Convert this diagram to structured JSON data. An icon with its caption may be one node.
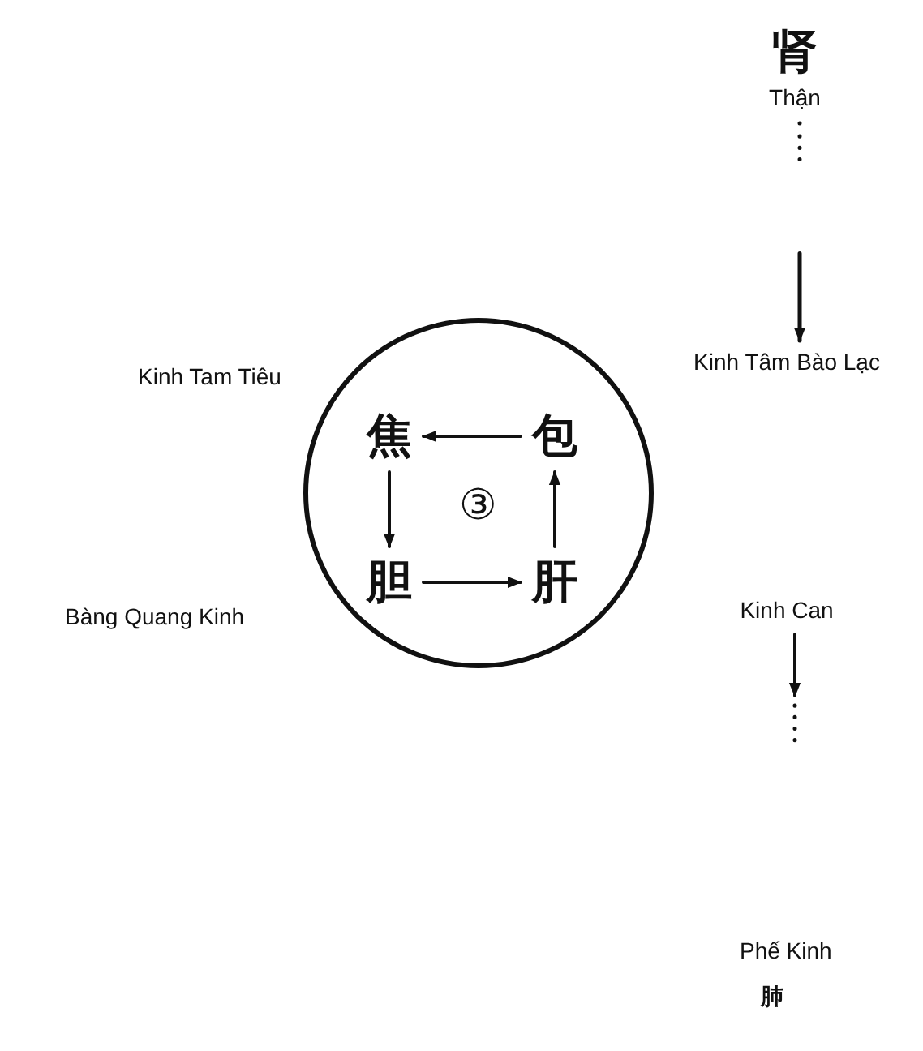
{
  "diagram": {
    "nodes": [
      {
        "text": [
          "③"
        ]
      },
      {
        "text": [
          "焦"
        ],
        "in": 0
      },
      {
        "text": [
          "包"
        ],
        "in": 0
      },
      {
        "text": [
          "胆"
        ],
        "in": 0
      },
      {
        "text": [
          "肝"
        ],
        "in": 0
      },
      {
        "text": [
          "肾",
          "Thận"
        ]
      },
      {
        "text": [
          "Kinh Tâm Bào Lạc"
        ]
      },
      {
        "text": [
          "Kinh Can"
        ]
      }
    ],
    "edges": [
      {
        "from": 2,
        "to": 1,
        "arrow": "to"
      },
      {
        "from": 1,
        "to": 3,
        "arrow": "to"
      },
      {
        "from": 3,
        "to": 4,
        "arrow": "to"
      },
      {
        "from": 4,
        "to": 2,
        "arrow": "to"
      },
      {
        "from": 5,
        "to": 6,
        "arrow": "to",
        "style": "dashed"
      },
      {
        "from": 7,
        "to": null,
        "arrow": "to"
      }
    ],
    "labels": [
      "Kinh Tam Tiêu",
      "Bàng Quang Kinh",
      "Phế Kinh",
      "肺"
    ]
  }
}
